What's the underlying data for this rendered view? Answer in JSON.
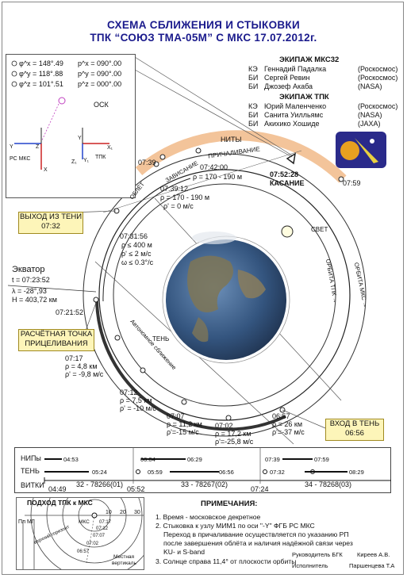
{
  "title": {
    "line1": "СХЕМА СБЛИЖЕНИЯ И СТЫКОВКИ",
    "line2": "ТПК “СОЮЗ ТМА-05М” С МКС  17.07.2012г."
  },
  "angles": {
    "phix": "φ^x = 148°.49",
    "phiy": "φ^y = 118°.88",
    "phiz": "φ^z = 101°.51",
    "psix": "p^x = 090°.00",
    "psiy": "p^y = 090°.00",
    "psiz": "p^z = 000°.00",
    "osk": "ОСК"
  },
  "axes_labels": {
    "y1": "Y",
    "z1": "Z",
    "x1": "X",
    "rs_mks": "РС МКС",
    "y2": "Y",
    "x2": "X₁",
    "z2": "Z₁",
    "y2b": "Y₁",
    "tpk": "ТПК"
  },
  "crew_mks": {
    "heading": "ЭКИПАЖ МКС32",
    "rows": [
      {
        "role": "КЭ",
        "name": "Геннадий Падалка",
        "agency": "(Роскосмос)"
      },
      {
        "role": "БИ",
        "name": "Сергей Ревин",
        "agency": "(Роскосмос)"
      },
      {
        "role": "БИ",
        "name": "Джозеф Акаба",
        "agency": "(NASA)"
      }
    ]
  },
  "crew_tpk": {
    "heading": "ЭКИПАЖ ТПК",
    "rows": [
      {
        "role": "КЭ",
        "name": "Юрий Маленченко",
        "agency": "(Роскосмос)"
      },
      {
        "role": "БИ",
        "name": "Санита Уилльямс",
        "agency": "(NASA)"
      },
      {
        "role": "БИ",
        "name": "Акихико Хошиде",
        "agency": "(JAXA)"
      }
    ]
  },
  "orbit_labels": {
    "nity": "НИТЫ",
    "prichal": "ПРИЧАЛИВАНИЕ",
    "zavisanie": "ЗАВИСАНИЕ",
    "oblet": "ОБЛЁТ",
    "avto": "Автономное сближение",
    "ten": "ТЕНЬ",
    "svet": "СВЕТ",
    "orbita_tpk": "ОРБИТА ТПК →",
    "orbita_mks": "ОРБИТА МКС →",
    "kasanie_time": "07:52:28",
    "kasanie": "КАСАНИЕ",
    "t0739": "07:39",
    "t074200": "07:42:00",
    "rho_170_190a": "ρ = 170 - 190 м",
    "t073912": "07:39:12",
    "rho_170_190b": "ρ = 170 - 190 м",
    "rhod0": "ρ' = 0 м/с",
    "t0759": "07:59",
    "t073156": "07:31:56",
    "c1": "ρ ≤ 400 м",
    "c2": "ρ' ≤ 2 м/с",
    "c3": "ω ≤ 0.3°/c",
    "sun": "⊙"
  },
  "boxes": {
    "exit_shadow": "ВЫХОД ИЗ ТЕНИ",
    "exit_time": "07:32",
    "aim_point1": "РАСЧЁТНАЯ ТОЧКА",
    "aim_point2": "ПРИЦЕЛИВАНИЯ",
    "enter_shadow": "ВХОД В ТЕНЬ",
    "enter_time": "06:56"
  },
  "equator": {
    "label": "Экватор",
    "t": "t = 07:23:52",
    "lambda": "λ = -28°,93",
    "h": "H = 403,72 км",
    "t2": "07:21:52"
  },
  "points": [
    {
      "t": "07:17",
      "r": "ρ = 4,8 км",
      "rd": "ρ' = -9,8 м/с"
    },
    {
      "t": "07:12",
      "r": "ρ = 7,5 км",
      "rd": "ρ' = -10 м/с"
    },
    {
      "t": "07:07",
      "r": "ρ = 11,2 км",
      "rd": "ρ'=-15 м/с"
    },
    {
      "t": "07:02",
      "r": "ρ = 17,2 км",
      "rd": "ρ'=-25,8 м/с"
    },
    {
      "t": "06:57",
      "r": "ρ = 26 км",
      "rd": "ρ'=-37 м/с"
    }
  ],
  "timeline": {
    "rows": [
      "НИПы",
      "ТЕНЬ",
      "ВИТКИ"
    ],
    "nip_times": [
      "04:53",
      "06:04",
      "06:29",
      "07:39",
      "07:59"
    ],
    "ten_times": [
      "05:24",
      "05:59",
      "06:56",
      "07:32",
      "08:29"
    ],
    "vitki_times": [
      "04:49",
      "05:52",
      "07:24"
    ],
    "vitki": [
      "32 - 78266(01)",
      "33 - 78267(02)",
      "34 - 78268(03)"
    ]
  },
  "approach": {
    "title": "ПОДХОД ТПК к МКС",
    "pl": "Пл",
    "mg": "МГ",
    "scale": [
      "10",
      "20",
      "30"
    ],
    "vert_horiz": "верхний горизонт",
    "mks": "МКС",
    "local_vert1": "Местная",
    "local_vert2": "вертикаль",
    "tt": [
      "07:17",
      "07:12",
      "07:07",
      "07:02",
      "06:57"
    ]
  },
  "notes": {
    "heading": "ПРИМЕЧАНИЯ:",
    "n1": "1. Время - московское декретное",
    "n2a": "2. Стыковка к узлу МИМ1 по оси \"-Y\" ФГБ РС МКС",
    "n2b": "Переход в причаливание осуществляется по указанию РП",
    "n2c": "после завершения облёта и наличия надёжной связи через",
    "n2d": "KU- и S-band",
    "n3": "3. Солнце справа 11,4° от плоскости орбиты"
  },
  "signatures": {
    "head_role": "Руководитель БГК",
    "head_name": "Киреев А.В.",
    "exec_role": "Исполнитель",
    "exec_name": "Паршенцева Т.А"
  },
  "colors": {
    "title": "#1a1a8c",
    "orange_band": "#f3c49a",
    "yellow_box": "#fdf5b9",
    "earth_ocean": "#3b5f8f"
  }
}
